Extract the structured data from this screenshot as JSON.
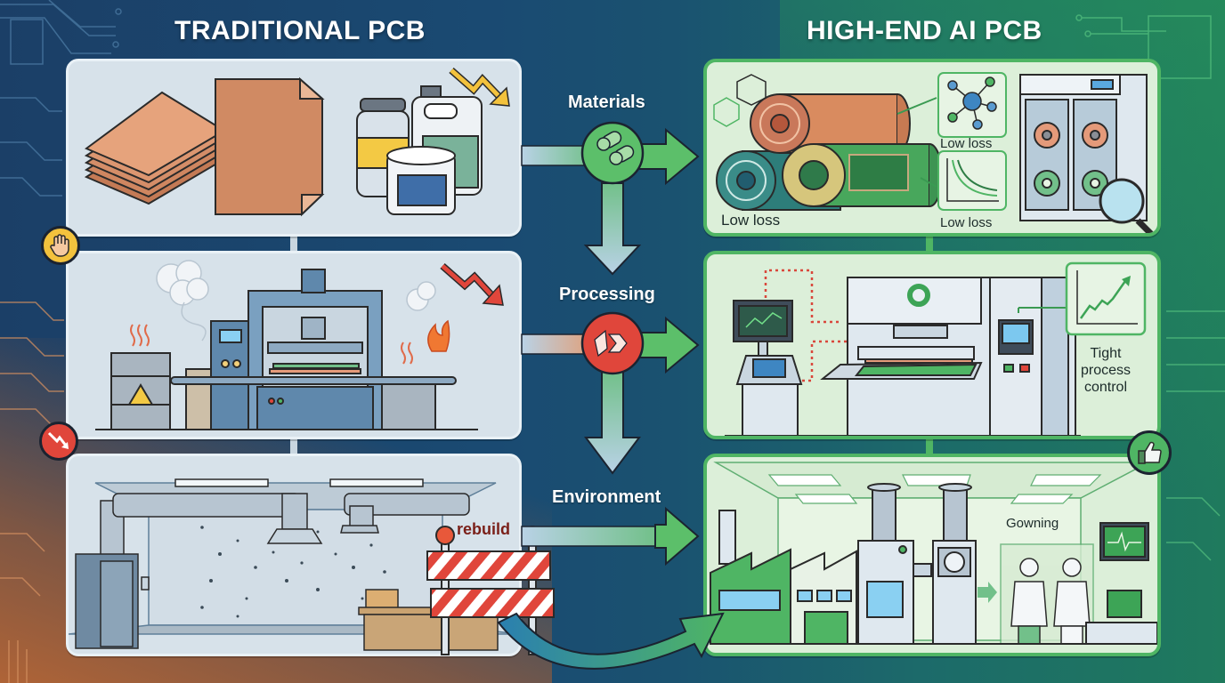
{
  "columns": {
    "left_title": "TRADITIONAL PCB",
    "right_title": "HIGH-END AI PCB"
  },
  "categories": [
    {
      "id": "materials",
      "label": "Materials",
      "hub_icon": "material-rolls-icon",
      "hub_color": "#5cbf6a"
    },
    {
      "id": "processing",
      "label": "Processing",
      "hub_icon": "broken-forward-arrow-icon",
      "hub_color": "#e0463b"
    },
    {
      "id": "environment",
      "label": "Environment"
    }
  ],
  "traditional": {
    "materials": {
      "items": [
        "copper-laminate-stack",
        "copper-foil-sheet",
        "chemical-jar",
        "chemical-jug",
        "resin-can"
      ],
      "trend_icon": "downtrend-arrow-icon",
      "trend_color": "#f2c53d"
    },
    "processing": {
      "items": [
        "hazard-drum",
        "lamination-press",
        "smoke-cloud",
        "fire"
      ],
      "trend_icon": "downtrend-arrow-icon",
      "trend_color": "#e0463b"
    },
    "environment": {
      "items": [
        "ducting",
        "cabinet",
        "dust-particles",
        "cardboard-box",
        "barricade"
      ],
      "barricade_label": "rebuild"
    },
    "side_badges": [
      {
        "icon": "stop-hand-icon",
        "color": "#f3c23d"
      },
      {
        "icon": "downtrend-arrow-icon",
        "color": "#e0463b"
      }
    ]
  },
  "ai": {
    "materials": {
      "roll_label": "Low loss",
      "molecule_label": "Low loss",
      "curve_label": "Low loss",
      "items": [
        "copper-roll",
        "teal-roll",
        "green-roll",
        "molecule-diagram",
        "loss-curve",
        "storage-cabinet",
        "magnifier"
      ]
    },
    "processing": {
      "control_label_lines": [
        "Tight",
        "process",
        "control"
      ],
      "items": [
        "control-terminal",
        "precision-press",
        "trend-chart"
      ]
    },
    "environment": {
      "gowning_label": "Gowning",
      "items": [
        "factory",
        "air-handlers",
        "cleanroom-workers",
        "monitor"
      ],
      "badge": {
        "icon": "thumbs-up-icon",
        "color": "#4fb564"
      }
    }
  },
  "colors": {
    "ai_green": "#4fb564",
    "warn_red": "#e0463b",
    "warn_yellow": "#f3c23d",
    "copper": "#d98b5f"
  }
}
